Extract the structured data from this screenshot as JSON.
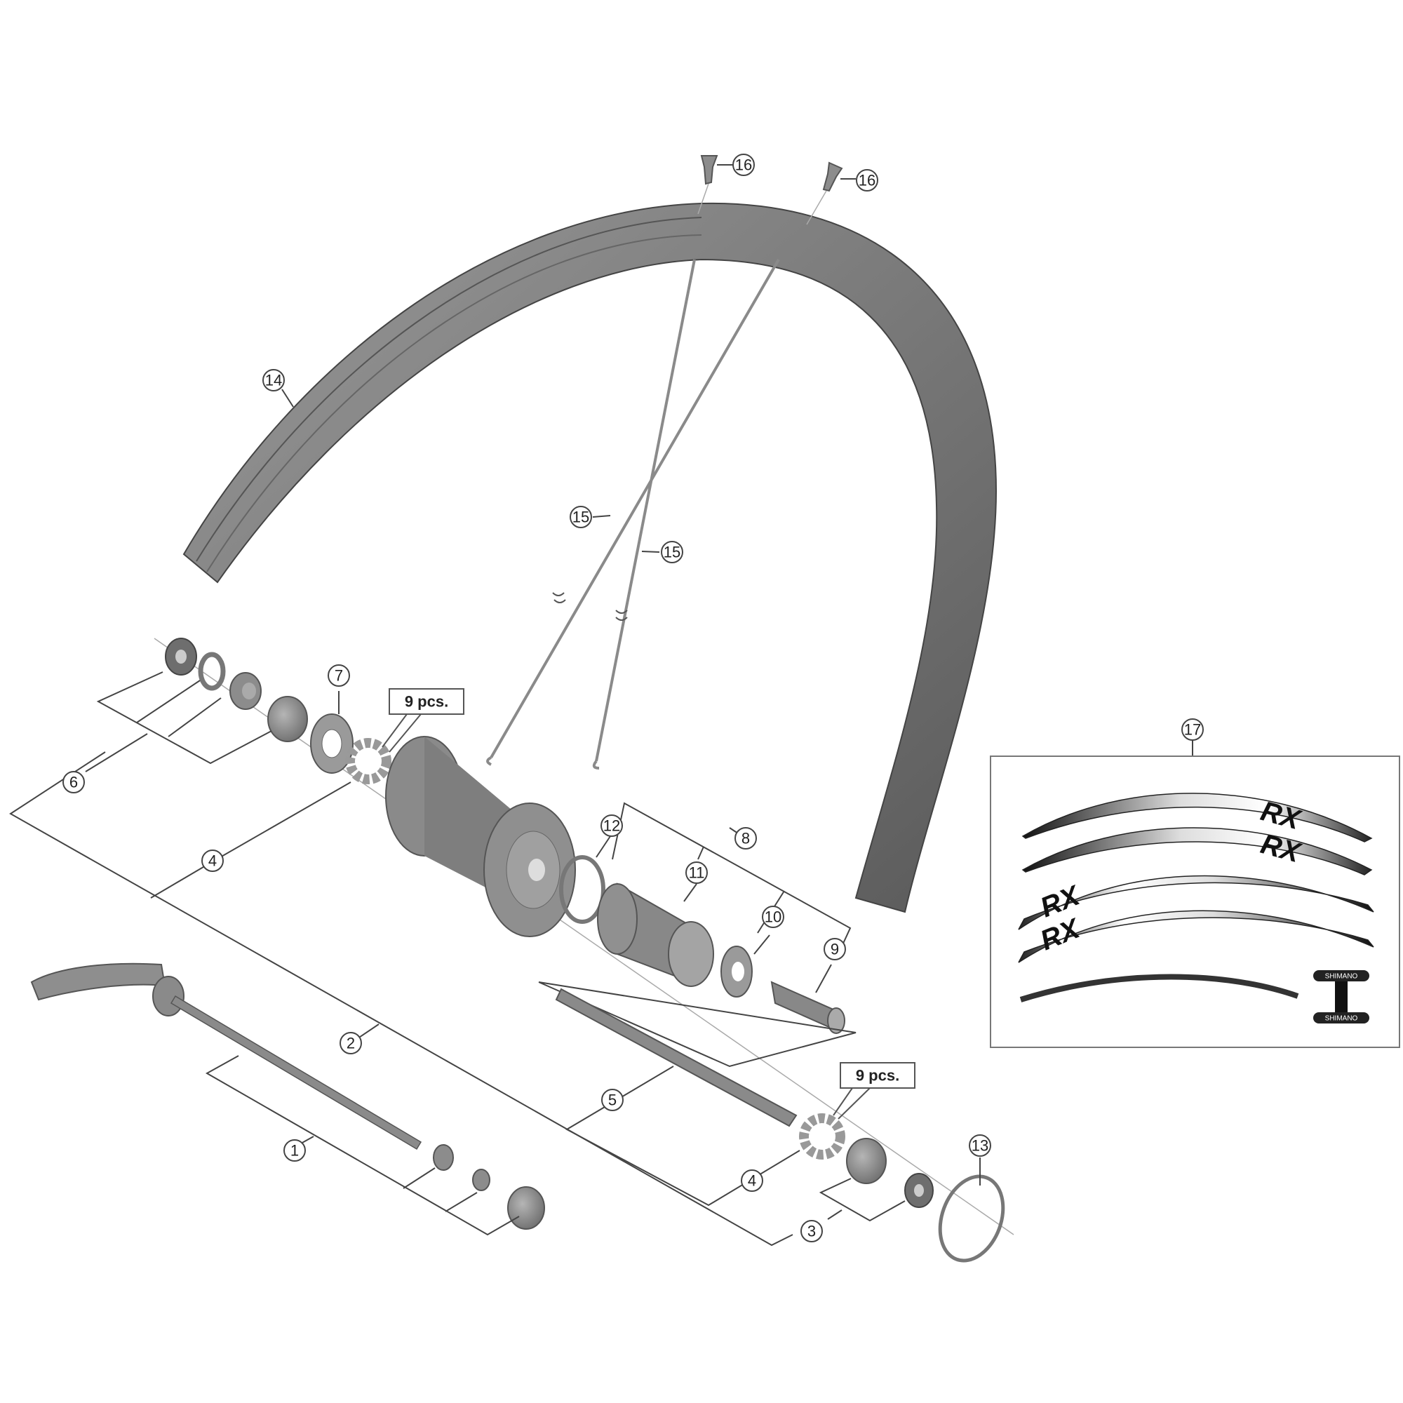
{
  "diagram": {
    "type": "exploded parts diagram",
    "subject": "Bicycle rear wheel assembly",
    "colors": {
      "part_gray": "#8c8c8c",
      "rim_gray": "#707070",
      "line": "#444444",
      "background": "#ffffff"
    },
    "callouts": [
      {
        "id": "1",
        "label": "1",
        "part": "quick-release skewer assembly"
      },
      {
        "id": "2",
        "label": "2",
        "part": "hub axle assembly"
      },
      {
        "id": "3",
        "label": "3",
        "part": "right hand cone / lock nut set"
      },
      {
        "id": "4a",
        "label": "4",
        "part": "ball bearing retainer (left)"
      },
      {
        "id": "4b",
        "label": "4",
        "part": "ball bearing retainer (right)"
      },
      {
        "id": "5",
        "label": "5",
        "part": "hub axle"
      },
      {
        "id": "6",
        "label": "6",
        "part": "left hand cone / lock nut set"
      },
      {
        "id": "7",
        "label": "7",
        "part": "dust cap"
      },
      {
        "id": "8",
        "label": "8",
        "part": "freehub body unit"
      },
      {
        "id": "9",
        "label": "9",
        "part": "freehub fixing bolt"
      },
      {
        "id": "10",
        "label": "10",
        "part": "washer"
      },
      {
        "id": "11",
        "label": "11",
        "part": "freehub body"
      },
      {
        "id": "12",
        "label": "12",
        "part": "o-ring"
      },
      {
        "id": "13",
        "label": "13",
        "part": "spoke protector ring"
      },
      {
        "id": "14",
        "label": "14",
        "part": "rim"
      },
      {
        "id": "15a",
        "label": "15",
        "part": "spoke"
      },
      {
        "id": "15b",
        "label": "15",
        "part": "spoke"
      },
      {
        "id": "16a",
        "label": "16",
        "part": "spoke nipple"
      },
      {
        "id": "16b",
        "label": "16",
        "part": "spoke nipple"
      },
      {
        "id": "17",
        "label": "17",
        "part": "rim decal set"
      }
    ],
    "quantity_notes": [
      {
        "id": "qty-left",
        "text": "9 pcs."
      },
      {
        "id": "qty-right",
        "text": "9 pcs."
      }
    ],
    "decal_set": {
      "brand_text": "RX",
      "logo_top": "SHIMANO",
      "logo_bottom": "SHIMANO"
    }
  }
}
